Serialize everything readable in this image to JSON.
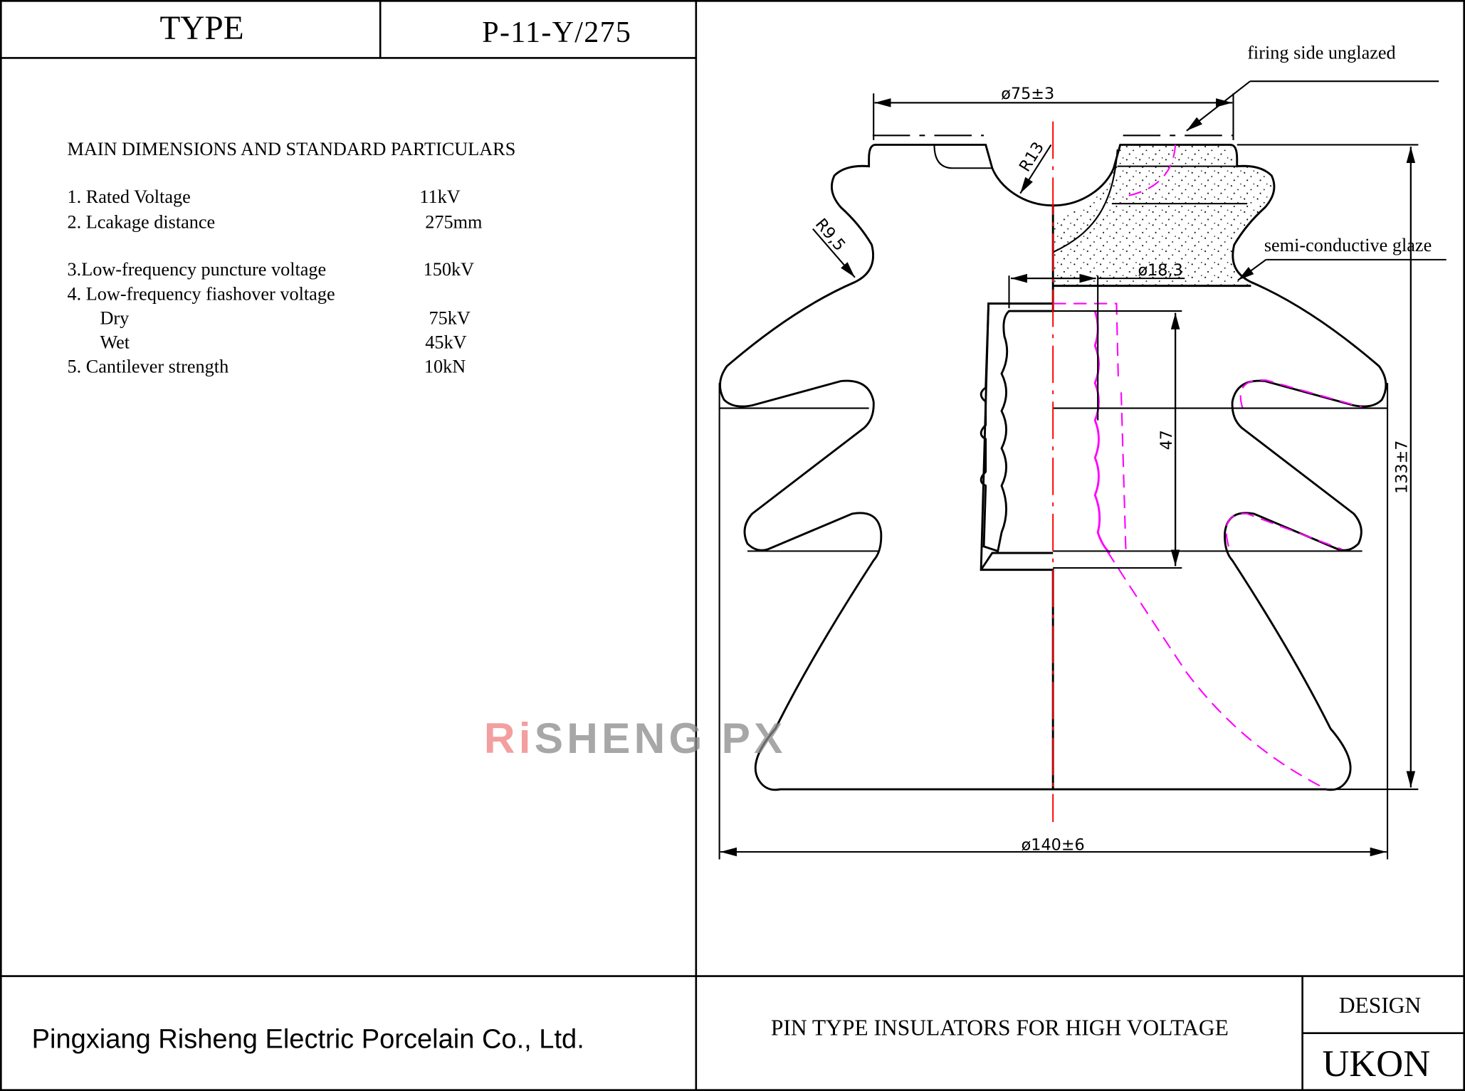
{
  "header": {
    "type_label": "TYPE",
    "type_value": "P-11-Y/275"
  },
  "specs": {
    "title": "MAIN DIMENSIONS AND STANDARD PARTICULARS",
    "rows": [
      {
        "label": "1. Rated Voltage",
        "value": "11kV"
      },
      {
        "label": "2. Lcakage distance",
        "value": "275mm"
      },
      {
        "label": "3.Low-frequency puncture voltage",
        "value": "150kV"
      },
      {
        "label": "4. Low-frequency fiashover voltage",
        "value": ""
      },
      {
        "label": "Dry",
        "value": "75kV"
      },
      {
        "label": "Wet",
        "value": "45kV"
      },
      {
        "label": "5. Cantilever strength",
        "value": "10kN"
      }
    ]
  },
  "drawing": {
    "annotations": {
      "firing_side": "firing side unglazed",
      "semi_glaze": "semi-conductive glaze"
    },
    "dimensions": {
      "top_dia": "ø75±3",
      "base_dia": "ø140±6",
      "height": "133±7",
      "bore_dia": "ø18,3",
      "bore_depth": "47",
      "r13": "R13",
      "r95": "R9,5"
    },
    "colors": {
      "hatch": "#00e5ee",
      "centerline": "#ff0000",
      "hidden": "#ff00ff"
    }
  },
  "watermark": {
    "text_a": "Ri",
    "text_b": "SHENG PX"
  },
  "footer": {
    "company": "Pingxiang Risheng Electric Porcelain Co., Ltd.",
    "product": "PIN TYPE  INSULATORS FOR HIGH VOLTAGE",
    "design_label": "DESIGN",
    "design_value": "UKON"
  }
}
